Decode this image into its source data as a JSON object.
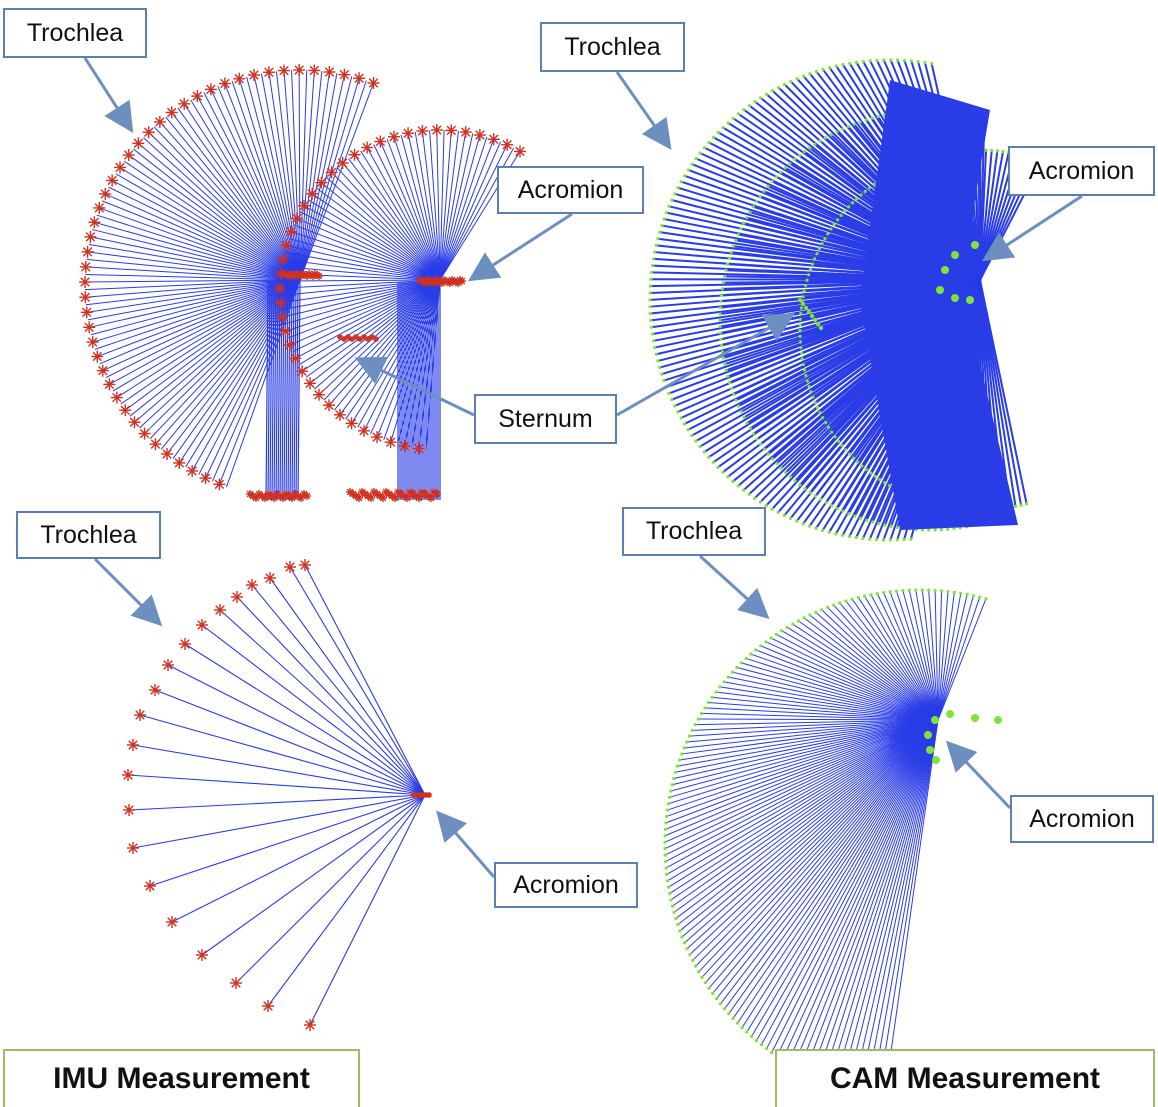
{
  "labels": {
    "trochlea": "Trochlea",
    "acromion": "Acromion",
    "sternum": "Sternum"
  },
  "panels": {
    "imu_title": "IMU Measurement",
    "cam_title": "CAM Measurement"
  },
  "colors": {
    "line": "#2a3ce6",
    "imu_marker": "#d0311f",
    "cam_marker": "#7fe33a",
    "box_border": "#5b7fae",
    "title_border": "#9dbb62"
  }
}
